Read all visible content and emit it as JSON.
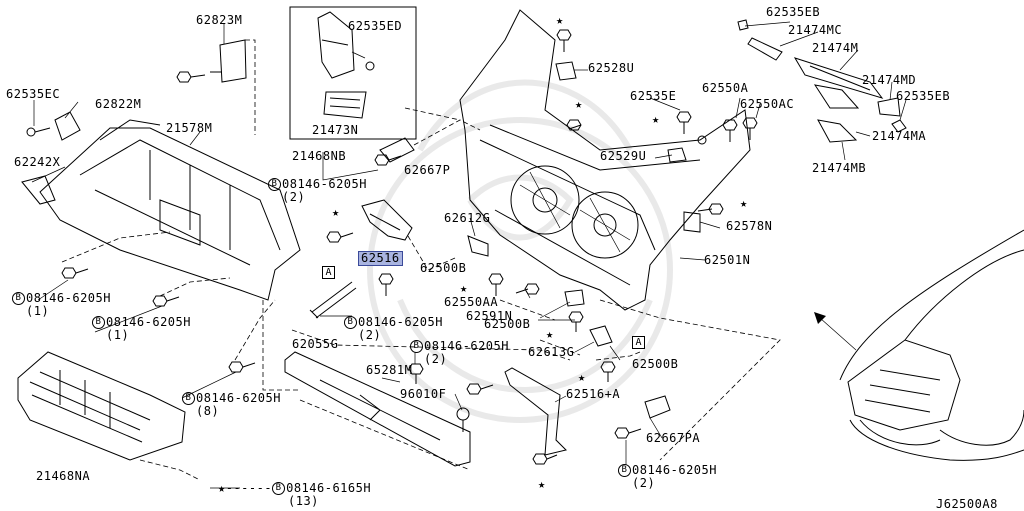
{
  "labels": {
    "p62823M": "62823M",
    "p62535ED": "62535ED",
    "p62535EC": "62535EC",
    "p62822M": "62822M",
    "p21578M": "21578M",
    "p62242X": "62242X",
    "p21473N": "21473N",
    "p21468NB": "21468NB",
    "p62667P": "62667P",
    "p62528U": "62528U",
    "p62535E": "62535E",
    "p62550A": "62550A",
    "p62550AC": "62550AC",
    "p62529U": "62529U",
    "p62535EB_top": "62535EB",
    "p21474MC": "21474MC",
    "p21474M": "21474M",
    "p21474MD": "21474MD",
    "p62535EB": "62535EB",
    "p21474MA": "21474MA",
    "p21474MB": "21474MB",
    "p62578N": "62578N",
    "p62501N": "62501N",
    "p62612G": "62612G",
    "p62516": "62516",
    "p62500B_a": "62500B",
    "p62550AA": "62550AA",
    "p62591N": "62591N",
    "p62500B_b": "62500B",
    "p62613G": "62613G",
    "p62500B_c": "62500B",
    "p62055G": "62055G",
    "p65281M": "65281M",
    "p96010F": "96010F",
    "p62516A": "62516+A",
    "p62667PA": "62667PA",
    "p21468NA": "21468NA",
    "diagram_code": "J62500A8"
  },
  "bolts": {
    "b1": {
      "num": "08146-6205H",
      "qty": "(2)"
    },
    "b2": {
      "num": "08146-6205H",
      "qty": "(1)"
    },
    "b3": {
      "num": "08146-6205H",
      "qty": "(1)"
    },
    "b4": {
      "num": "08146-6205H",
      "qty": "(2)"
    },
    "b5": {
      "num": "08146-6205H",
      "qty": "(2)"
    },
    "b6": {
      "num": "08146-6205H",
      "qty": "(8)"
    },
    "b7": {
      "num": "08146-6205H",
      "qty": "(2)"
    },
    "b8": {
      "num": "08146-6165H",
      "qty": "(13)"
    }
  },
  "symbols": {
    "bolt_prefix": "B",
    "ref_a": "A",
    "star": "★"
  }
}
